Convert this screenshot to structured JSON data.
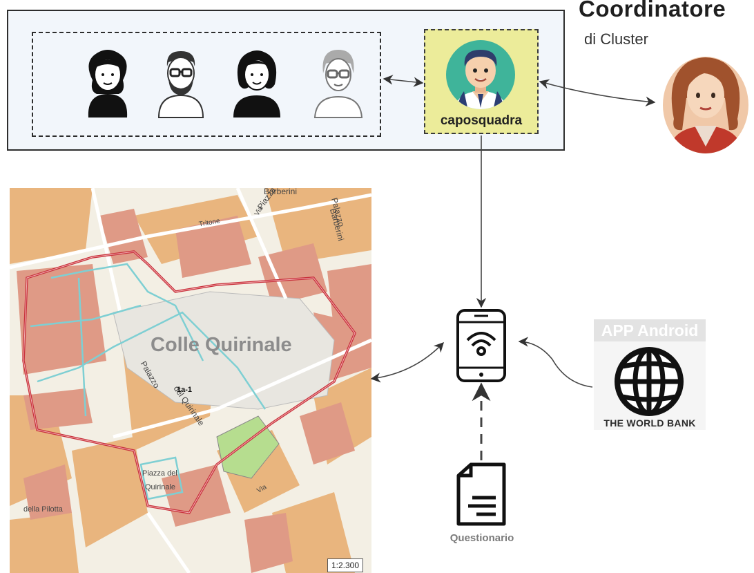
{
  "coordinator": {
    "title": "Coordinatore",
    "subtitle": "di Cluster"
  },
  "team": {
    "leader_label": "caposquadra",
    "member_count": 4
  },
  "map": {
    "title": "Colle Quirinale",
    "labels": [
      "Tritone",
      "Piazza",
      "Barberini",
      "Palazzo",
      "Barberini",
      "Palazzo",
      "del Quirinale",
      "1a-1",
      "Piazza del",
      "Quirinale",
      "della Pilotta",
      "Via",
      "Via"
    ],
    "scale": "1:2.300"
  },
  "app": {
    "label": "APP Android",
    "org": "THE WORLD BANK"
  },
  "questionnaire": {
    "label": "Questionario"
  },
  "colors": {
    "team_bg": "#f2f6fb",
    "leader_bg": "#ecec9a",
    "route": "#c8323c",
    "cyan_path": "#7ecfd3",
    "avatar_leader_bg": "#3fb49a"
  }
}
